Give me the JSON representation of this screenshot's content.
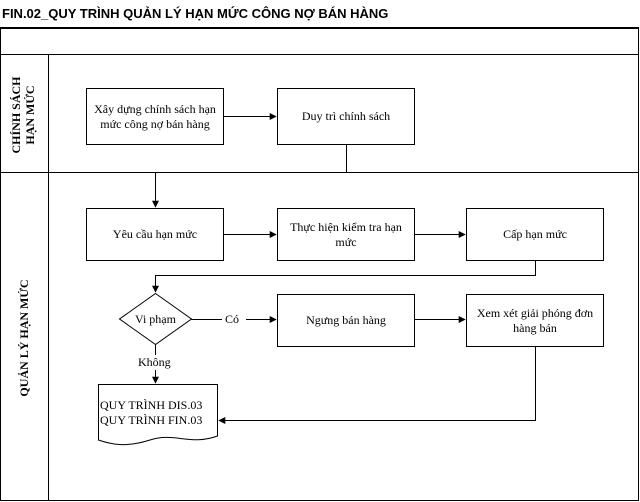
{
  "title": "FIN.02_QUY TRÌNH QUẢN LÝ HẠN MỨC CÔNG NỢ BÁN HÀNG",
  "lanes": [
    {
      "id": "policy",
      "label_line1": "CHÍNH SÁCH",
      "label_line2": "HẠN MỨC"
    },
    {
      "id": "management",
      "label_line1": "QUẢN LÝ HẠN MỨC",
      "label_line2": ""
    }
  ],
  "nodes": {
    "build_policy": "Xây dựng chính sách hạn mức công nợ bán hàng",
    "maintain_policy": "Duy trì chính sách",
    "request_limit": "Yêu cầu hạn mức",
    "check_limit": "Thực hiện kiểm tra hạn mức",
    "grant_limit": "Cấp hạn mức",
    "violation": "Vi phạm",
    "stop_selling": "Ngưng bán hàng",
    "review_release": "Xem xét giải phóng đơn hàng bán",
    "doc_line1": "QUY TRÌNH DIS.03",
    "doc_line2": "QUY TRÌNH FIN.03"
  },
  "edge_labels": {
    "yes": "Có",
    "no": "Không"
  }
}
